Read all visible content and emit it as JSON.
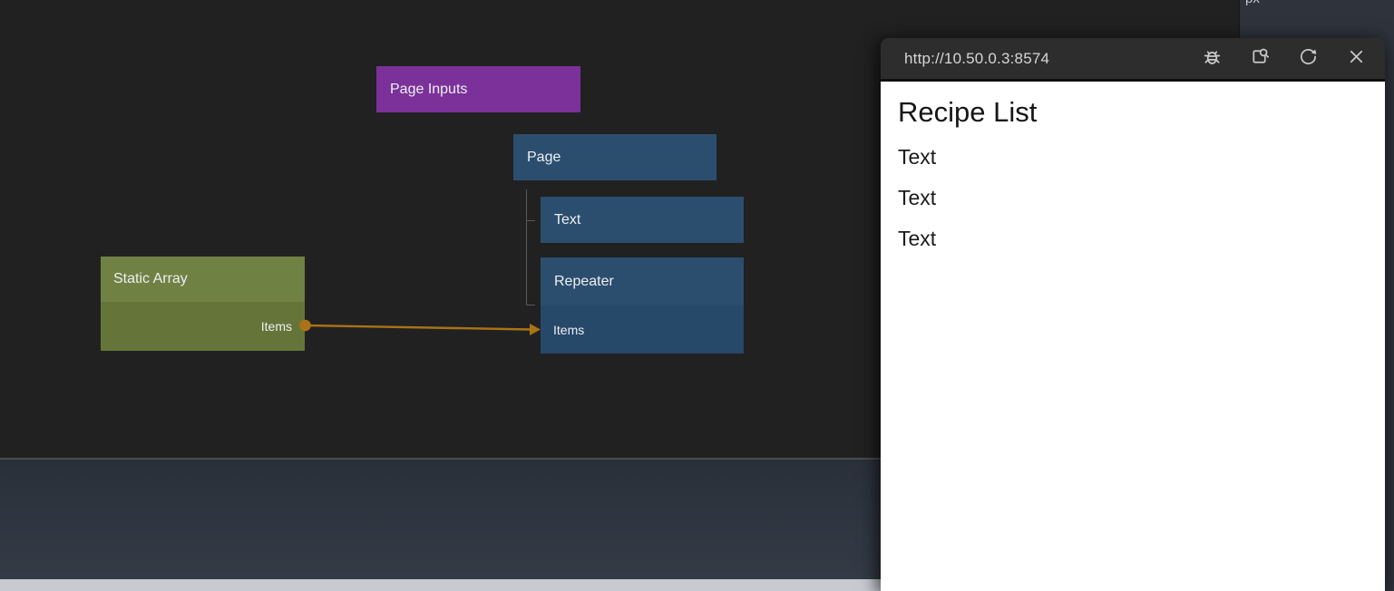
{
  "colors": {
    "canvas_bg": "#212121",
    "panel_bg": "#2e333c",
    "node_purple": "#7b3199",
    "node_blue": "#2c4e6e",
    "node_blue_port": "#264869",
    "node_olive": "#6f8243",
    "node_olive_port": "#657539",
    "connection": "#aa7316"
  },
  "editor": {
    "nodes": {
      "page_inputs": {
        "label": "Page Inputs"
      },
      "page": {
        "label": "Page"
      },
      "text": {
        "label": "Text"
      },
      "repeater": {
        "label": "Repeater",
        "port": "Items"
      },
      "static_array": {
        "label": "Static Array",
        "port": "Items"
      }
    }
  },
  "right_panel": {
    "clipped_label": "px"
  },
  "preview": {
    "url": "http://10.50.0.3:8574",
    "actions": [
      {
        "name": "debug"
      },
      {
        "name": "open-inspect"
      },
      {
        "name": "refresh"
      },
      {
        "name": "close"
      }
    ],
    "content": {
      "title": "Recipe List",
      "items": [
        "Text",
        "Text",
        "Text"
      ]
    }
  }
}
